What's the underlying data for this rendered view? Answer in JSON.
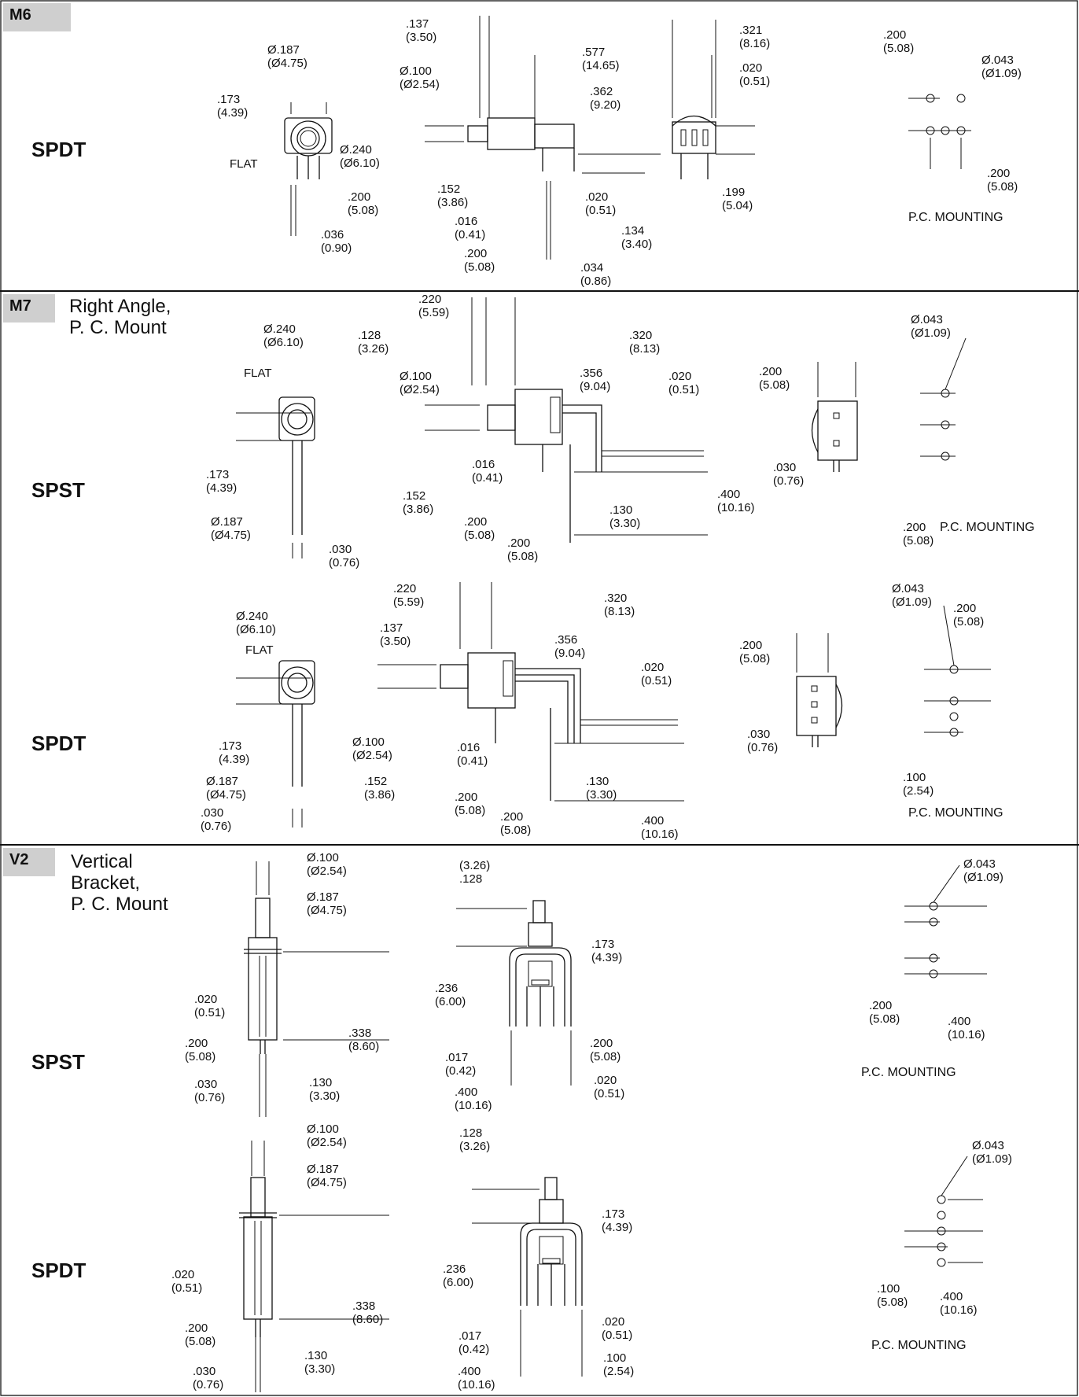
{
  "sections": [
    {
      "code": "M6",
      "desc": "",
      "variants": [
        {
          "type": "SPDT"
        }
      ]
    },
    {
      "code": "M7",
      "desc": "Right Angle,\nP. C. Mount",
      "variants": [
        {
          "type": "SPST"
        },
        {
          "type": "SPDT"
        }
      ]
    },
    {
      "code": "V2",
      "desc": "Vertical\nBracket,\nP. C. Mount",
      "variants": [
        {
          "type": "SPST"
        },
        {
          "type": "SPDT"
        }
      ]
    }
  ],
  "pc_mounting": "P.C. MOUNTING",
  "flat": "FLAT",
  "dims": {
    "m6": [
      ".137\n(3.50)",
      "Ø.187\n(Ø4.75)",
      ".577\n(14.65)",
      "Ø.100\n(Ø2.54)",
      ".362\n(9.20)",
      ".173\n(4.39)",
      "Ø.240\n(Ø6.10)",
      ".200\n(5.08)",
      ".036\n(0.90)",
      ".152\n(3.86)",
      ".016\n(0.41)",
      ".200\n(5.08)",
      ".020\n(0.51)",
      ".134\n(3.40)",
      ".034\n(0.86)",
      ".321\n(8.16)",
      ".020\n(0.51)",
      ".199\n(5.04)",
      ".200\n(5.08)",
      "Ø.043\n(Ø1.09)",
      ".200\n(5.08)"
    ],
    "m7a": [
      ".220\n(5.59)",
      ".128\n(3.26)",
      "Ø.100\n(Ø2.54)",
      ".320\n(8.13)",
      ".356\n(9.04)",
      ".020\n(0.51)",
      "Ø.240\n(Ø6.10)",
      ".173\n(4.39)",
      "Ø.187\n(Ø4.75)",
      ".030\n(0.76)",
      ".016\n(0.41)",
      ".152\n(3.86)",
      ".200\n(5.08)",
      ".200\n(5.08)",
      ".130\n(3.30)",
      ".400\n(10.16)",
      ".200\n(5.08)",
      ".030\n(0.76)",
      "Ø.043\n(Ø1.09)",
      ".200\n(5.08)"
    ],
    "m7b": [
      ".220\n(5.59)",
      ".137\n(3.50)",
      "Ø.240\n(Ø6.10)",
      ".320\n(8.13)",
      ".356\n(9.04)",
      ".020\n(0.51)",
      "Ø.100\n(Ø2.54)",
      ".173\n(4.39)",
      "Ø.187\n(Ø4.75)",
      ".030\n(0.76)",
      ".016\n(0.41)",
      ".152\n(3.86)",
      ".200\n(5.08)",
      ".200\n(5.08)",
      ".130\n(3.30)",
      ".400\n(10.16)",
      ".200\n(5.08)",
      ".030\n(0.76)",
      "Ø.043\n(Ø1.09)",
      ".200\n(5.08)",
      ".100\n(2.54)"
    ],
    "v2a": [
      "Ø.100\n(Ø2.54)",
      "Ø.187\n(Ø4.75)",
      ".020\n(0.51)",
      ".200\n(5.08)",
      ".338\n(8.60)",
      ".030\n(0.76)",
      ".130\n(3.30)",
      "(3.26)\n.128",
      ".173\n(4.39)",
      ".236\n(6.00)",
      ".017\n(0.42)",
      ".200\n(5.08)",
      ".400\n(10.16)",
      ".020\n(0.51)",
      "Ø.043\n(Ø1.09)",
      ".200\n(5.08)",
      ".400\n(10.16)"
    ],
    "v2b": [
      "Ø.100\n(Ø2.54)",
      "Ø.187\n(Ø4.75)",
      ".020\n(0.51)",
      ".200\n(5.08)",
      ".338\n(8.60)",
      ".030\n(0.76)",
      ".130\n(3.30)",
      ".128\n(3.26)",
      ".173\n(4.39)",
      ".236\n(6.00)",
      ".017\n(0.42)",
      ".020\n(0.51)",
      ".400\n(10.16)",
      ".100\n(2.54)",
      "Ø.043\n(Ø1.09)",
      ".100\n(5.08)",
      ".400\n(10.16)"
    ]
  }
}
